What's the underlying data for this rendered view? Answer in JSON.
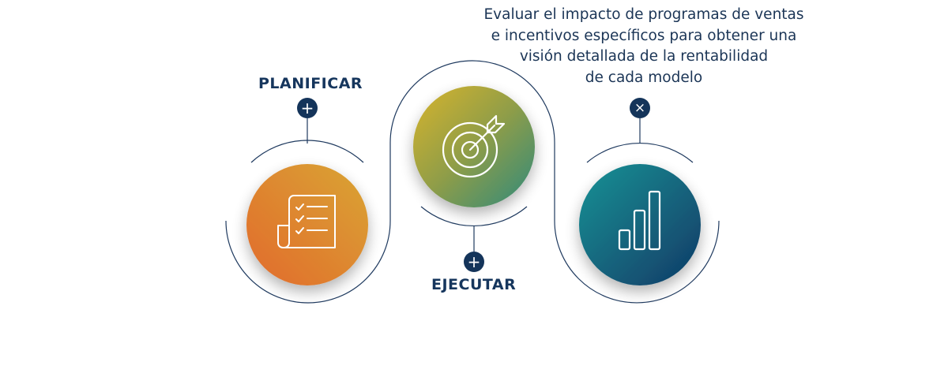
{
  "steps": [
    {
      "label": "PLANIFICAR",
      "icon": "checklist-icon",
      "action": "expand"
    },
    {
      "label": "EJECUTAR",
      "icon": "target-icon",
      "action": "expand"
    },
    {
      "label": "",
      "icon": "bar-chart-icon",
      "action": "close"
    }
  ],
  "expanded_text": "Evaluar el impacto de programas de ventas\ne incentivos específicos para obtener una\nvisión detallada de la rentabilidad\nde cada modelo",
  "controls": {
    "expand_symbol": "+",
    "close_symbol": "×"
  },
  "colors": {
    "navy": "#16365d",
    "line": "#1f3a5f",
    "orange_start": "#e2722c",
    "orange_end": "#d9a233",
    "olive_start": "#d2b02e",
    "olive_end": "#3c8a78",
    "teal_start": "#1c8d91",
    "teal_end": "#103f68"
  }
}
